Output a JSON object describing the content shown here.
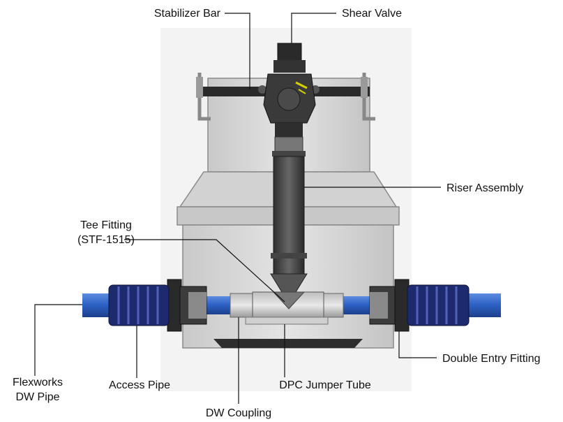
{
  "diagram": {
    "labels": {
      "stabilizer_bar": "Stabilizer Bar",
      "shear_valve": "Shear Valve",
      "riser_assembly": "Riser Assembly",
      "tee_fitting_line1": "Tee Fitting",
      "tee_fitting_line2": "(STF-1515)",
      "flexworks_line1": "Flexworks",
      "flexworks_line2": "DW Pipe",
      "access_pipe": "Access Pipe",
      "dw_coupling": "DW Coupling",
      "dpc_jumper_tube": "DPC Jumper Tube",
      "double_entry_fitting": "Double Entry Fitting"
    },
    "colors": {
      "sump_body": "#dcdcdc",
      "sump_edge": "#8a8a8a",
      "pipe_blue": "#2f63c8",
      "boot_navy": "#1e2a6e",
      "dark_steel": "#3a3a3a",
      "riser": "#4a4a4a",
      "valve_yellow": "#d4d000"
    }
  }
}
